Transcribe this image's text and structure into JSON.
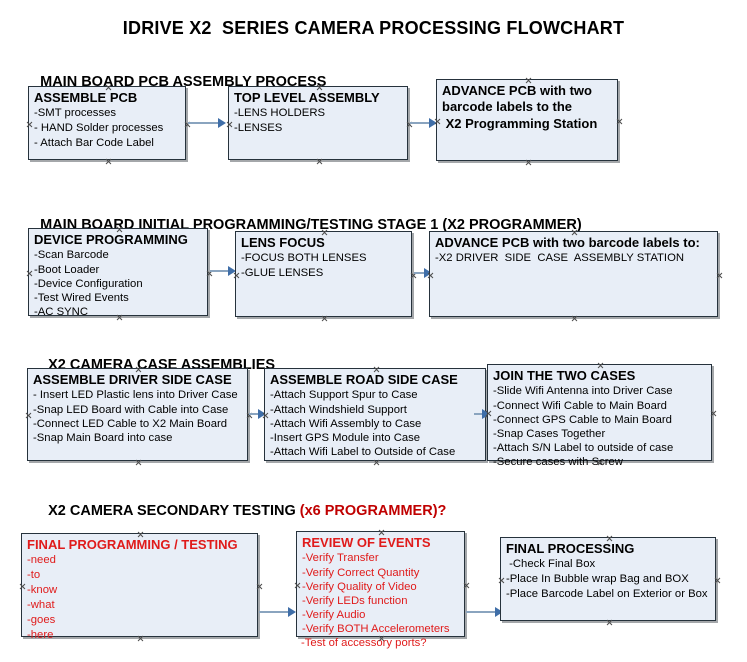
{
  "document": {
    "title": "IDRIVE X2  SERIES CAMERA PROCESSING FLOWCHART"
  },
  "colors": {
    "box_fill": "#e8eef7",
    "box_border": "#26323c",
    "connector": "#8aa4bf",
    "arrowhead": "#3f6ea8",
    "red_text": "#e01b1b",
    "header_accent": "#c00000"
  },
  "sections": [
    {
      "id": "main-board-pcb-assembly-process",
      "header": "MAIN BOARD PCB ASSEMBLY PROCESS",
      "header_accent": "",
      "nodes": [
        {
          "id": "assemble-pcb",
          "title": "ASSEMBLE PCB",
          "lines": [
            "-SMT processes",
            "- HAND Solder processes",
            "- Attach Bar Code Label"
          ]
        },
        {
          "id": "top-level-assembly",
          "title": "TOP LEVEL ASSEMBLY",
          "lines": [
            "-LENS HOLDERS",
            "-LENSES"
          ]
        },
        {
          "id": "advance-pcb-to-x2-programming-station",
          "title": "ADVANCE PCB with two",
          "lines": [
            "barcode labels to the",
            " X2 Programming Station"
          ]
        }
      ]
    },
    {
      "id": "main-board-initial-programming-testing-stage-1",
      "header": "MAIN BOARD INITIAL PROGRAMMING/TESTING STAGE 1 (X2 PROGRAMMER)",
      "header_accent": "",
      "nodes": [
        {
          "id": "device-programming",
          "title": "DEVICE PROGRAMMING",
          "lines": [
            "-Scan Barcode",
            "-Boot Loader",
            "-Device Configuration",
            "-Test Wired Events",
            "-AC SYNC"
          ]
        },
        {
          "id": "lens-focus",
          "title": "LENS FOCUS",
          "lines": [
            "-FOCUS BOTH LENSES",
            "-GLUE LENSES"
          ]
        },
        {
          "id": "advance-pcb-to-driver-side-case-assembly",
          "title": "ADVANCE PCB with two barcode labels to:",
          "lines": [
            "-X2 DRIVER  SIDE  CASE  ASSEMBLY STATION"
          ]
        }
      ]
    },
    {
      "id": "x2-camera-case-assemblies",
      "header": "X2 CAMERA CASE ASSEMBLIES",
      "header_accent": "",
      "nodes": [
        {
          "id": "assemble-driver-side-case",
          "title": "ASSEMBLE DRIVER SIDE CASE",
          "lines": [
            "- Insert LED Plastic lens into Driver Case",
            "-Snap LED Board with Cable into Case",
            "-Connect LED Cable to X2 Main Board",
            "-Snap Main Board into case"
          ]
        },
        {
          "id": "assemble-road-side-case",
          "title": "ASSEMBLE ROAD SIDE CASE",
          "lines": [
            "-Attach Support Spur to Case",
            "-Attach Windshield Support",
            "-Attach Wifi Assembly to Case",
            "-Insert GPS Module into Case",
            "-Attach Wifi Label to Outside of Case"
          ]
        },
        {
          "id": "join-the-two-cases",
          "title": "JOIN THE TWO CASES",
          "lines": [
            "-Slide Wifi Antenna into Driver Case",
            "-Connect Wifi Cable to Main Board",
            "-Connect GPS Cable to Main Board",
            "-Snap Cases Together",
            "-Attach S/N Label to outside of case",
            "-Secure cases with Screw"
          ]
        }
      ]
    },
    {
      "id": "x2-camera-secondary-testing",
      "header": "X2 CAMERA SECONDARY TESTING ",
      "header_accent": "(x6 PROGRAMMER)?",
      "nodes": [
        {
          "id": "final-programming-testing",
          "title": "FINAL PROGRAMMING / TESTING",
          "lines": [
            "-need",
            "-to",
            "-know",
            "-what",
            "-goes",
            "-here"
          ]
        },
        {
          "id": "review-of-events",
          "title": "REVIEW OF EVENTS",
          "lines": [
            "-Verify Transfer",
            "-Verify Correct Quantity",
            "-Verify Quality of Video",
            "-Verify LEDs function",
            "-Verify Audio",
            "-Verify BOTH Accelerometers"
          ],
          "overflow_line": "-Test of accessory ports?"
        },
        {
          "id": "final-processing",
          "title": "FINAL PROCESSING",
          "lines": [
            " -Check Final Box",
            "-Place In Bubble wrap Bag and BOX",
            "-Place Barcode Label on Exterior or Box"
          ]
        }
      ]
    }
  ]
}
